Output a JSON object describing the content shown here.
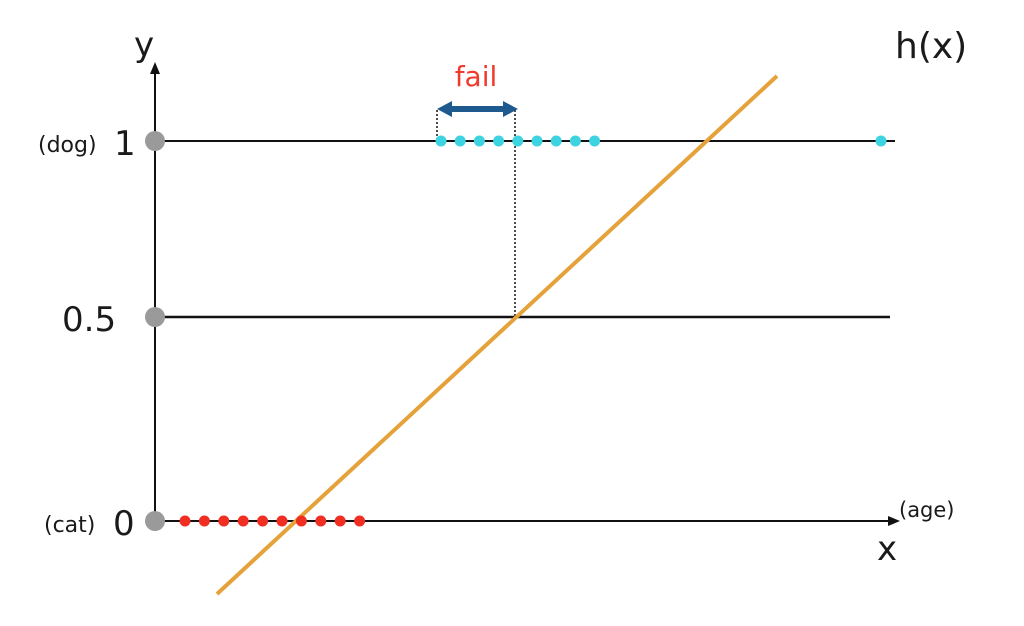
{
  "colors": {
    "axis": "#111111",
    "hypothesis": "#e5a23b",
    "dog_point": "#3dd3e0",
    "cat_point": "#f02e22",
    "tick_marker": "#9a9a9a",
    "fail_arrow": "#1e5a8e",
    "fail_text": "#f03a2e"
  },
  "labels": {
    "y_axis": "y",
    "x_axis": "x",
    "x_unit": "(age)",
    "hypothesis": "h(x)",
    "fail": "fail",
    "dog": "(dog)",
    "cat": "(cat)",
    "y_one": "1",
    "y_half": "0.5",
    "y_zero": "0"
  },
  "chart_data": {
    "type": "scatter",
    "y_ticks": [
      0,
      0.5,
      1
    ],
    "series": [
      {
        "label_ref": "dog",
        "y": 1,
        "count_left_cluster": 9,
        "count_right": 1
      },
      {
        "label_ref": "cat",
        "y": 0,
        "count": 10
      }
    ],
    "threshold": 0.5,
    "hypothesis_line": "h(x)"
  }
}
